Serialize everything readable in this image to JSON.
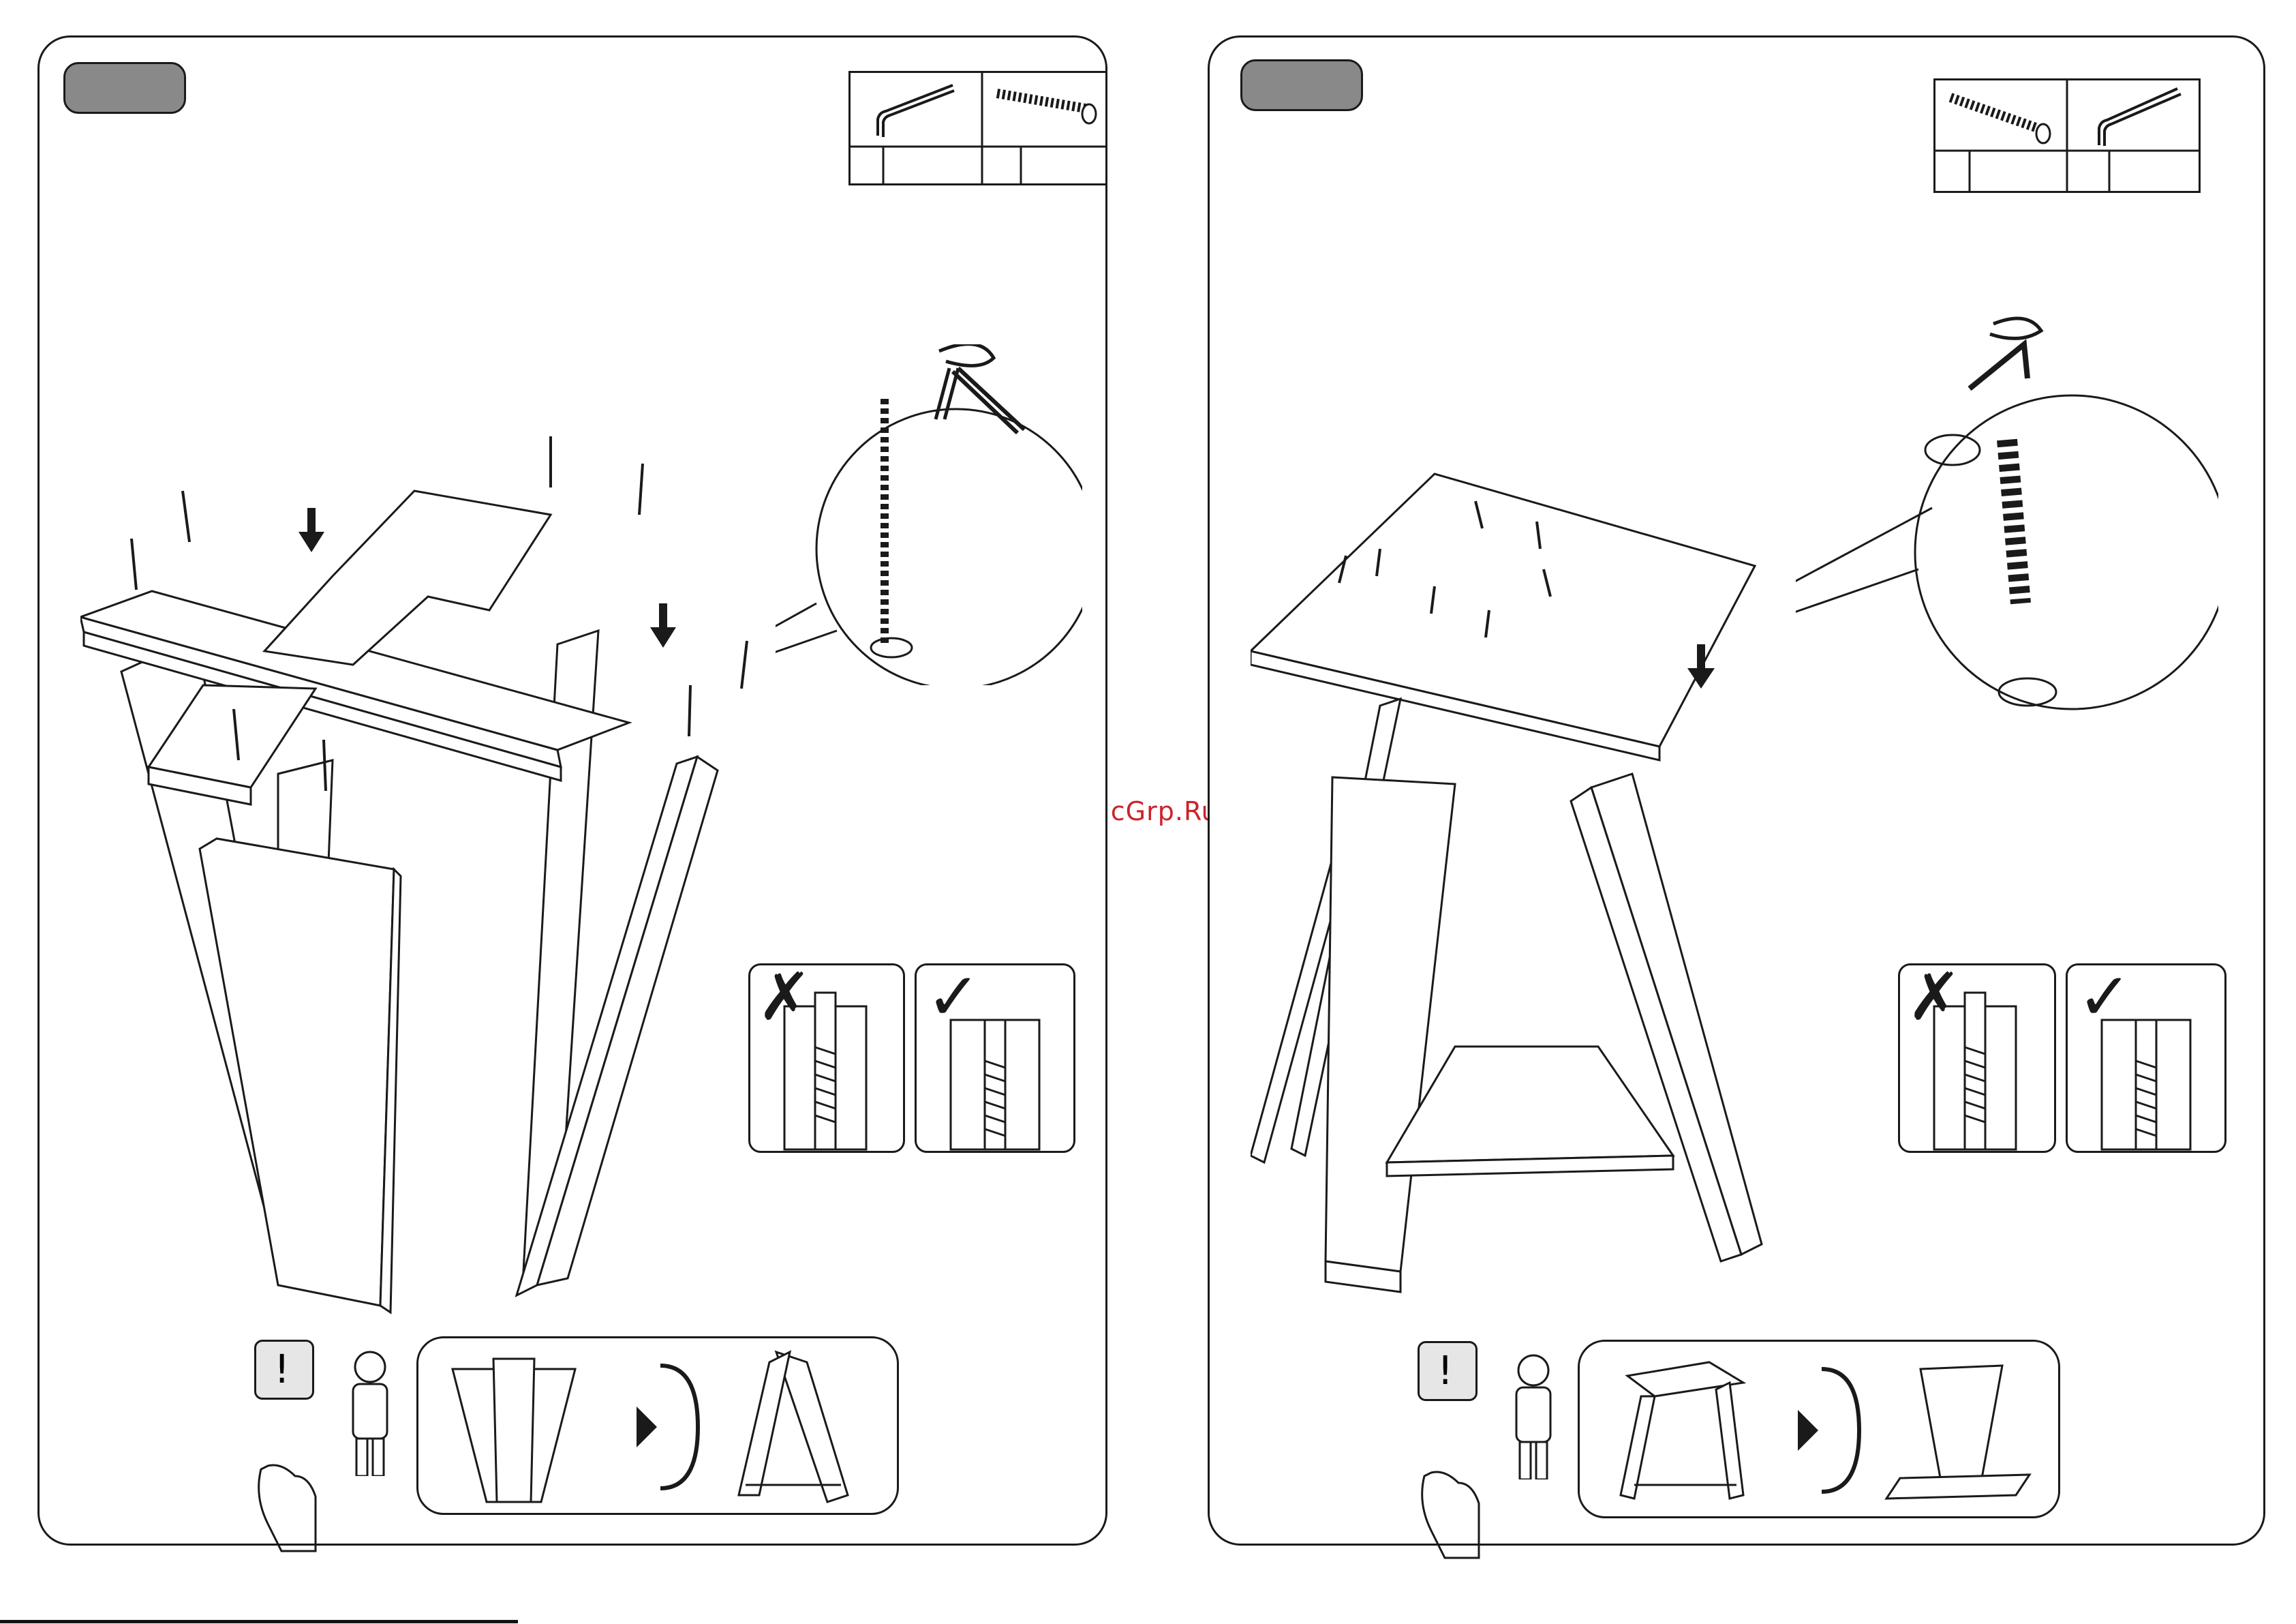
{
  "watermark": {
    "text": "McGrp.Ru",
    "color": "#cc2229"
  },
  "colors": {
    "line": "#1a1a1a",
    "badge_fill": "#898989",
    "warning_box_fill": "#e6e6e6"
  },
  "steps": [
    {
      "side": "left",
      "parts_table": {
        "icons": [
          "allen-key-icon",
          "confirmat-screw-icon"
        ]
      },
      "illustration": "table-leg-frame-assembly-with-screws",
      "detail_magnifier": "screw-and-allen-key-closeup",
      "correct_incorrect": {
        "incorrect_mark": "✗",
        "correct_mark": "✓"
      },
      "hint": {
        "icons": [
          "warning-icon",
          "hand-icon",
          "person-icon"
        ],
        "rotate": "rotate-arrow-icon"
      }
    },
    {
      "side": "right",
      "parts_table": {
        "icons": [
          "confirmat-screw-icon",
          "allen-key-icon"
        ]
      },
      "illustration": "table-top-attached-to-leg-frame",
      "detail_magnifier": "screw-and-cap-closeup",
      "correct_incorrect": {
        "incorrect_mark": "✗",
        "correct_mark": "✓"
      },
      "hint": {
        "icons": [
          "warning-icon",
          "hand-icon",
          "person-icon"
        ],
        "rotate": "rotate-arrow-icon"
      }
    }
  ]
}
